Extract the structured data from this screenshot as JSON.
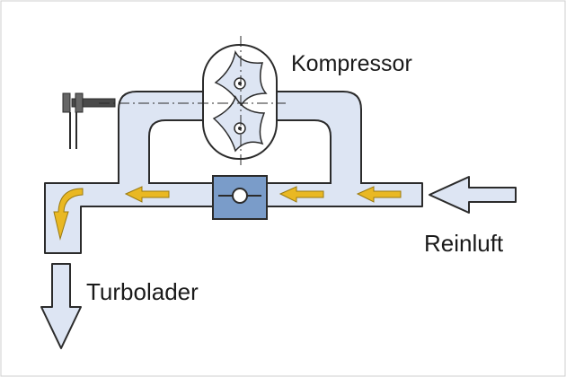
{
  "labels": {
    "compressor": "Kompressor",
    "clean_air": "Reinluft",
    "turbocharger": "Turbolader"
  },
  "colors": {
    "pipe_fill": "#dde5f3",
    "outline": "#2b2b2b",
    "flow_arrow": "#e9b823",
    "valve_fill": "#7a9cc9",
    "compressor_fill": "#ffffff"
  }
}
